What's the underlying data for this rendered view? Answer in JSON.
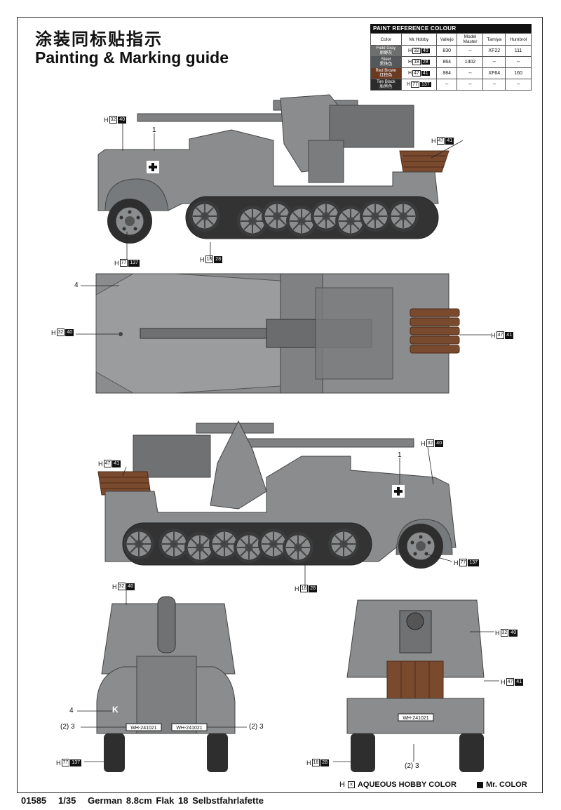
{
  "header": {
    "title_cn": "涂装同标贴指示",
    "title_en": "Painting & Marking guide"
  },
  "paint_reference": {
    "title": "PAINT REFERENCE COLOUR",
    "columns": [
      "Color",
      "Mr.Hobby",
      "Vallejo",
      "Model Master",
      "Tamiya",
      "Humbrol"
    ],
    "rows": [
      {
        "en": "Field Gray",
        "cn": "原野灰",
        "swatch": "#6d6f6e",
        "h1": "32",
        "h2": "40",
        "vallejo": "830",
        "model_master": "--",
        "tamiya": "XF22",
        "humbrol": "111"
      },
      {
        "en": "Steel",
        "cn": "黑铁色",
        "swatch": "#55585a",
        "h1": "18",
        "h2": "28",
        "vallejo": "864",
        "model_master": "1402",
        "tamiya": "--",
        "humbrol": "--"
      },
      {
        "en": "Red Brown",
        "cn": "红棕色",
        "swatch": "#6b3a22",
        "h1": "47",
        "h2": "41",
        "vallejo": "984",
        "model_master": "--",
        "tamiya": "XF64",
        "humbrol": "160"
      },
      {
        "en": "Tire Black",
        "cn": "胎黑色",
        "swatch": "#2b2b2b",
        "h1": "77",
        "h2": "137",
        "vallejo": "--",
        "model_master": "--",
        "tamiya": "--",
        "humbrol": "--"
      }
    ]
  },
  "callouts": {
    "h_prefix": "H",
    "field_gray": [
      "32",
      "40"
    ],
    "steel": [
      "18",
      "28"
    ],
    "red_brown": [
      "47",
      "41"
    ],
    "tire_black": [
      "77",
      "137"
    ]
  },
  "markers": {
    "one": "1",
    "four": "4",
    "two_three": "(2) 3"
  },
  "plates": {
    "front_left": "WH-241021",
    "front_right": "WH-241021",
    "rear": "WH-241021"
  },
  "legend": {
    "h_label": "H",
    "aqueous": "AQUEOUS HOBBY COLOR",
    "mr_color": "Mr. COLOR"
  },
  "footer": {
    "code": "01585",
    "scale": "1/35",
    "name": "German 8.8cm Flak 18 Selbstfahrlafette"
  },
  "colors": {
    "field_gray": "#8a8c8d",
    "dark_gray": "#5e6163",
    "red_brown": "#7a4a2e",
    "tire_black": "#2e2e2e"
  }
}
